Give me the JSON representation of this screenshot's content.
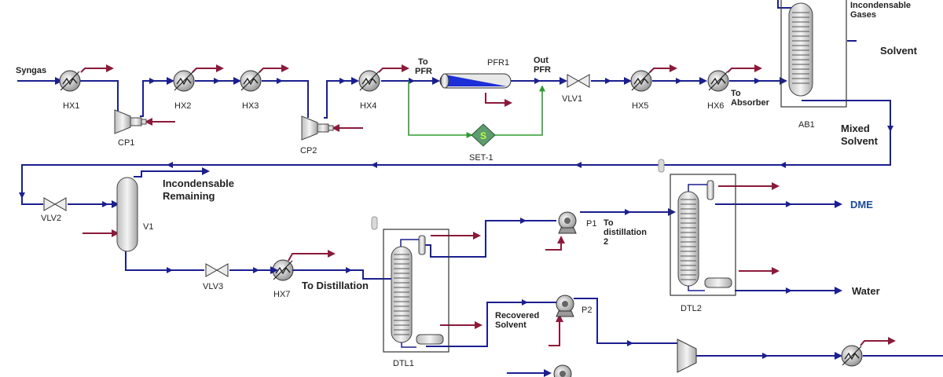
{
  "colors": {
    "stream": "#1b1f8f",
    "energy": "#8b1a3a",
    "control": "#2e9b2e",
    "unit_fill": "#e6e6e6",
    "dme_text": "#1c4a9a"
  },
  "labels": {
    "syngas": "Syngas",
    "hx1": "HX1",
    "hx2": "HX2",
    "hx3": "HX3",
    "hx4": "HX4",
    "hx5": "HX5",
    "hx6": "HX6",
    "hx7": "HX7",
    "cp1": "CP1",
    "cp2": "CP2",
    "to_pfr_1": "To",
    "to_pfr_2": "PFR",
    "pfr1": "PFR1",
    "out_pfr_1": "Out",
    "out_pfr_2": "PFR",
    "vlv1": "VLV1",
    "vlv2": "VLV2",
    "vlv3": "VLV3",
    "set1": "SET-1",
    "set_symbol": "S",
    "to_absorber_1": "To",
    "to_absorber_2": "Absorber",
    "incondensable_gases_1": "Incondensable",
    "incondensable_gases_2": "Gases",
    "solvent": "Solvent",
    "ab1": "AB1",
    "mixed_solvent_1": "Mixed",
    "mixed_solvent_2": "Solvent",
    "incondensable_remaining_1": "Incondensable",
    "incondensable_remaining_2": "Remaining",
    "v1": "V1",
    "to_distillation": "To Distillation",
    "dtl1": "DTL1",
    "dtl2": "DTL2",
    "p1": "P1",
    "p2": "P2",
    "to_distillation2_1": "To",
    "to_distillation2_2": "distillation",
    "to_distillation2_3": "2",
    "dme": "DME",
    "water": "Water",
    "recovered_solvent_1": "Recovered",
    "recovered_solvent_2": "Solvent"
  }
}
